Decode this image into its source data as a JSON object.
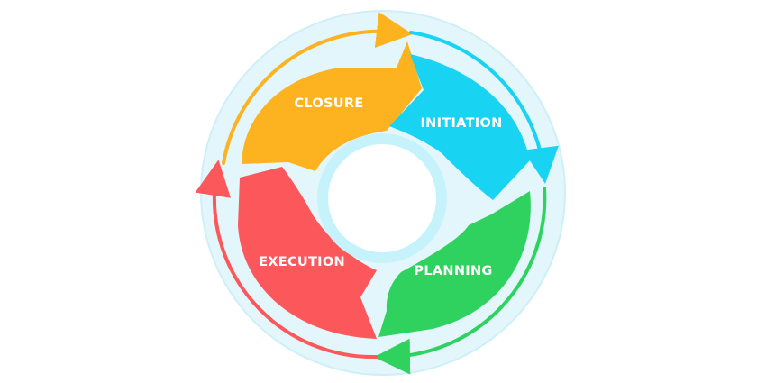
{
  "diagram": {
    "stages": [
      {
        "id": "closure",
        "label": "CLOSURE",
        "color": "#FDB21F"
      },
      {
        "id": "initiation",
        "label": "INITIATION",
        "color": "#18D4F2"
      },
      {
        "id": "planning",
        "label": "PLANNING",
        "color": "#2FD25E"
      },
      {
        "id": "execution",
        "label": "EXECUTION",
        "color": "#FC585B"
      }
    ],
    "colors": {
      "ring_fill": "#E2F6FB",
      "ring_edge": "#CFEFF7",
      "center_fill": "#ffffff",
      "center_halo": "#C6F3FB"
    }
  }
}
